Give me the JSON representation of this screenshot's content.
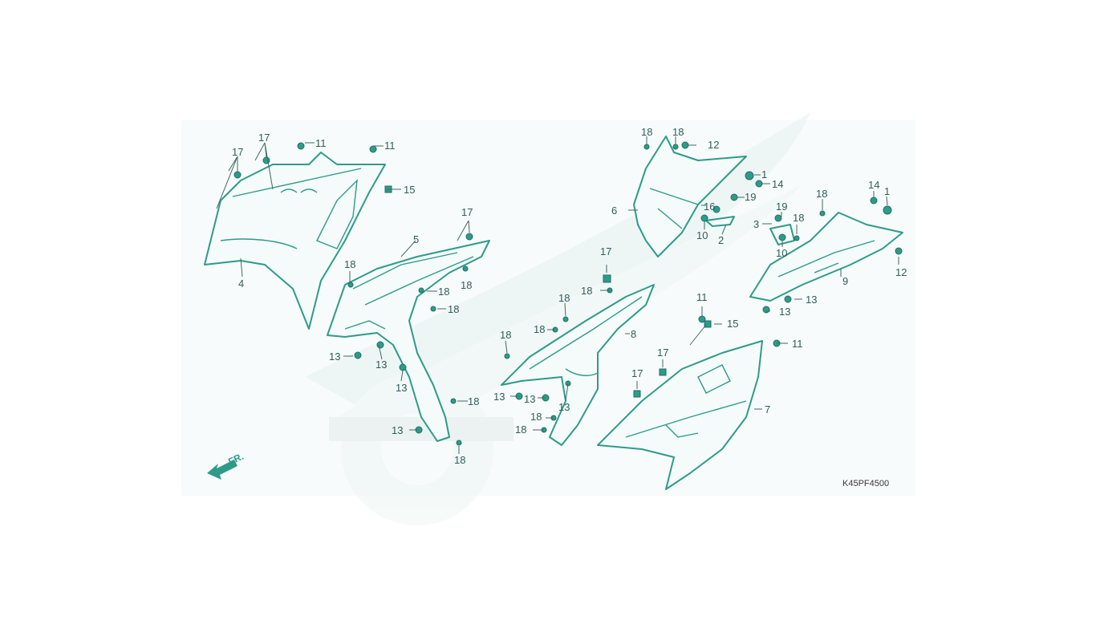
{
  "diagram": {
    "image_code": "K45PF4500",
    "front_marker": "FR.",
    "callouts": [
      {
        "id": "c1",
        "label": "17"
      },
      {
        "id": "c2",
        "label": "17"
      },
      {
        "id": "c3",
        "label": "11"
      },
      {
        "id": "c4",
        "label": "11"
      },
      {
        "id": "c5",
        "label": "15"
      },
      {
        "id": "c6",
        "label": "4"
      },
      {
        "id": "c7",
        "label": "17"
      },
      {
        "id": "c8",
        "label": "5"
      },
      {
        "id": "c9",
        "label": "18"
      },
      {
        "id": "c10",
        "label": "18"
      },
      {
        "id": "c11",
        "label": "18"
      },
      {
        "id": "c12",
        "label": "18"
      },
      {
        "id": "c13",
        "label": "13"
      },
      {
        "id": "c14",
        "label": "13"
      },
      {
        "id": "c15",
        "label": "13"
      },
      {
        "id": "c16",
        "label": "18"
      },
      {
        "id": "c17",
        "label": "13"
      },
      {
        "id": "c18",
        "label": "18"
      },
      {
        "id": "c19",
        "label": "17"
      },
      {
        "id": "c20",
        "label": "18"
      },
      {
        "id": "c21",
        "label": "18"
      },
      {
        "id": "c22",
        "label": "18"
      },
      {
        "id": "c23",
        "label": "8"
      },
      {
        "id": "c24",
        "label": "18"
      },
      {
        "id": "c25",
        "label": "13"
      },
      {
        "id": "c26",
        "label": "13"
      },
      {
        "id": "c27",
        "label": "13"
      },
      {
        "id": "c28",
        "label": "18"
      },
      {
        "id": "c29",
        "label": "18"
      },
      {
        "id": "c30",
        "label": "18"
      },
      {
        "id": "c31",
        "label": "18"
      },
      {
        "id": "c32",
        "label": "12"
      },
      {
        "id": "c33",
        "label": "1"
      },
      {
        "id": "c34",
        "label": "14"
      },
      {
        "id": "c35",
        "label": "19"
      },
      {
        "id": "c36",
        "label": "16"
      },
      {
        "id": "c37",
        "label": "6"
      },
      {
        "id": "c38",
        "label": "10"
      },
      {
        "id": "c39",
        "label": "2"
      },
      {
        "id": "c40",
        "label": "18"
      },
      {
        "id": "c41",
        "label": "14"
      },
      {
        "id": "c42",
        "label": "1"
      },
      {
        "id": "c43",
        "label": "19"
      },
      {
        "id": "c44",
        "label": "3"
      },
      {
        "id": "c45",
        "label": "18"
      },
      {
        "id": "c46",
        "label": "10"
      },
      {
        "id": "c47",
        "label": "9"
      },
      {
        "id": "c48",
        "label": "12"
      },
      {
        "id": "c49",
        "label": "13"
      },
      {
        "id": "c50",
        "label": "13"
      },
      {
        "id": "c51",
        "label": "11"
      },
      {
        "id": "c52",
        "label": "15"
      },
      {
        "id": "c53",
        "label": "17"
      },
      {
        "id": "c54",
        "label": "17"
      },
      {
        "id": "c55",
        "label": "11"
      },
      {
        "id": "c56",
        "label": "7"
      }
    ]
  }
}
